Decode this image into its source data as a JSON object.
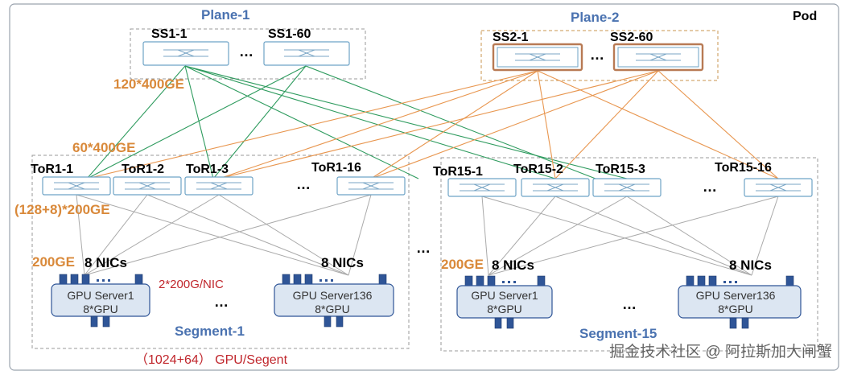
{
  "pod_label": "Pod",
  "planes": [
    {
      "label": "Plane-1",
      "switch_first": "SS1-1",
      "switch_last": "SS1-60",
      "ellipsis": "…"
    },
    {
      "label": "Plane-2",
      "switch_first": "SS2-1",
      "switch_last": "SS2-60",
      "ellipsis": "…"
    }
  ],
  "link_labels": {
    "spine_uplink": "120*400GE",
    "tor_uplink": "60*400GE",
    "tor_downlink": "(128+8)*200GE",
    "nic_link": "200GE",
    "nic_ports": "2*200G/NIC"
  },
  "segments": [
    {
      "label": "Segment-1",
      "tors": [
        "ToR1-1",
        "ToR1-2",
        "ToR1-3",
        "ToR1-16"
      ],
      "tor_ellipsis": "…",
      "nic_label": "8 NICs",
      "servers": [
        {
          "name": "GPU Server1",
          "gpus": "8*GPU"
        },
        {
          "name": "GPU Server136",
          "gpus": "8*GPU"
        }
      ],
      "server_ellipsis": "…"
    },
    {
      "label": "Segment-15",
      "tors": [
        "ToR15-1",
        "ToR15-2",
        "ToR15-3",
        "ToR15-16"
      ],
      "tor_ellipsis": "…",
      "nic_label": "8 NICs",
      "servers": [
        {
          "name": "GPU Server1",
          "gpus": "8*GPU"
        },
        {
          "name": "GPU Server136",
          "gpus": "8*GPU"
        }
      ],
      "server_ellipsis": "…"
    }
  ],
  "segment_ellipsis": "…",
  "gpu_per_segment": "（1024+64） GPU/Segent",
  "watermark": "掘金技术社区 @ 阿拉斯加大闸蟹",
  "colors": {
    "plane1_link": "#2e9b5e",
    "plane2_link": "#e8964f",
    "title_blue": "#4a72b0",
    "orange_label": "#d9893a",
    "red_label": "#c0262c",
    "switch_border": "#6ea3c6",
    "ss2_border": "#b87a54",
    "port_fill": "#2f5597",
    "server_fill": "#dce6f2",
    "gray_link": "#aaaaaa"
  }
}
